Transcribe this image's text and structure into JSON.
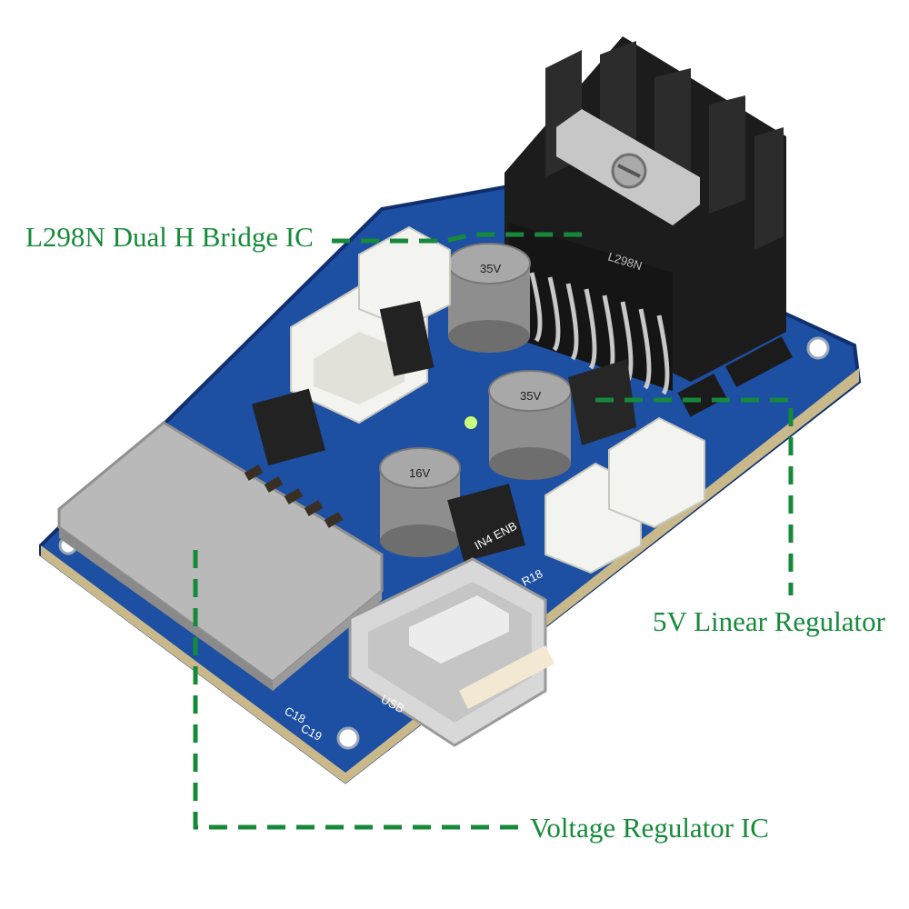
{
  "callouts": {
    "l298n": "L298N Dual H Bridge IC",
    "linear_regulator": "5V Linear Regulator",
    "voltage_regulator": "Voltage Regulator IC"
  },
  "board_markings": {
    "chip": "L298N",
    "cap_top": "35V",
    "cap_mid": "35V",
    "cap_left": "16V",
    "usb": "USB",
    "r18": "R18",
    "c18": "C18",
    "c19": "C19",
    "pins": "IN4 ENB"
  },
  "colors": {
    "callout": "#168a3a",
    "pcb": "#1d4fa3",
    "pcb_edge": "#0f2f6e",
    "heatsink": "#1c1c1c",
    "shield": "#b9b9b9",
    "capacitor": "#8e8e8e",
    "connector": "#f3f3f0"
  }
}
